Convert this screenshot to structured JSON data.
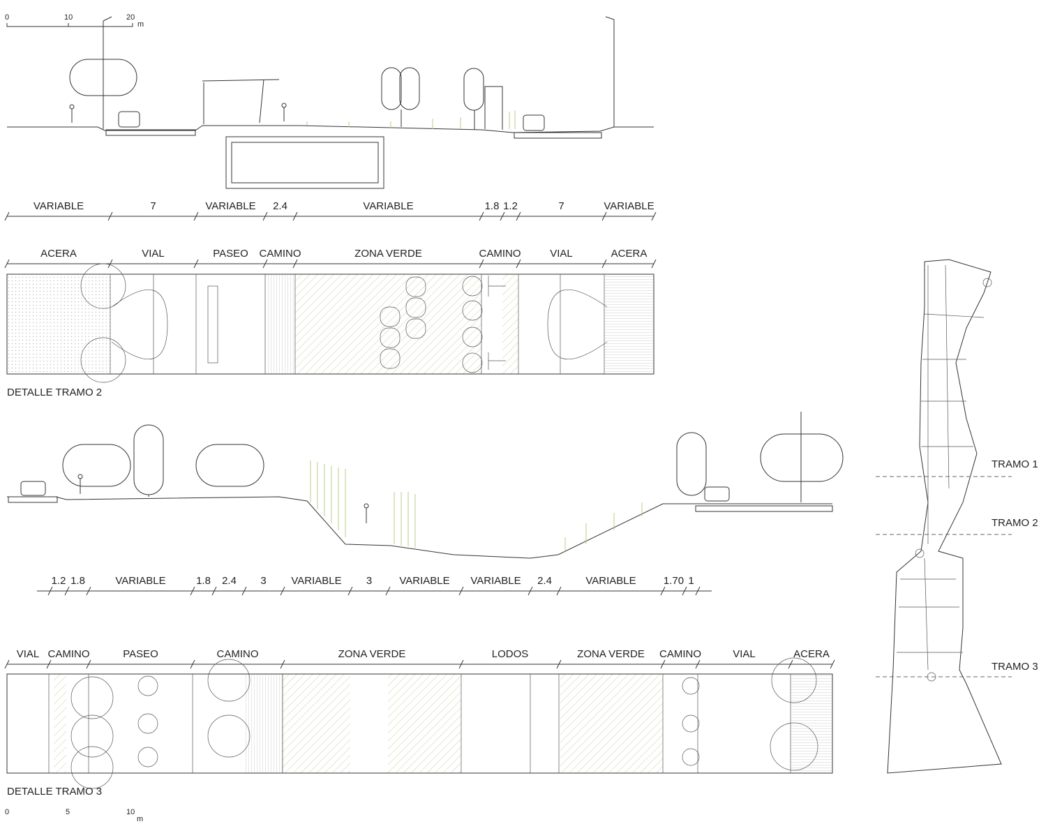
{
  "scale_top": {
    "ticks": [
      "0",
      "10",
      "20"
    ],
    "unit": "m"
  },
  "scale_bottom": {
    "ticks": [
      "0",
      "5",
      "10"
    ],
    "unit": "m"
  },
  "tramo2": {
    "title": "DETALLE TRAMO 2",
    "dimensions": [
      "VARIABLE",
      "7",
      "VARIABLE",
      "2.4",
      "VARIABLE",
      "1.8",
      "1.2",
      "7",
      "VARIABLE"
    ],
    "zones": [
      "ACERA",
      "VIAL",
      "PASEO",
      "CAMINO",
      "ZONA VERDE",
      "CAMINO",
      "VIAL",
      "ACERA"
    ]
  },
  "tramo3": {
    "title": "DETALLE TRAMO 3",
    "dimensions": [
      "1.2",
      "1.8",
      "VARIABLE",
      "1.8",
      "2.4",
      "3",
      "VARIABLE",
      "3",
      "VARIABLE",
      "VARIABLE",
      "2.4",
      "VARIABLE",
      "1.70",
      "1"
    ],
    "zones": [
      "VIAL",
      "CAMINO",
      "PASEO",
      "CAMINO",
      "ZONA VERDE",
      "LODOS",
      "ZONA VERDE",
      "CAMINO",
      "VIAL",
      "ACERA"
    ]
  },
  "key_map": {
    "labels": [
      "TRAMO 1",
      "TRAMO 2",
      "TRAMO 3"
    ]
  },
  "colors": {
    "line": "#333333",
    "green_hatch": "#b8cc8a",
    "paving": "#cccccc"
  }
}
